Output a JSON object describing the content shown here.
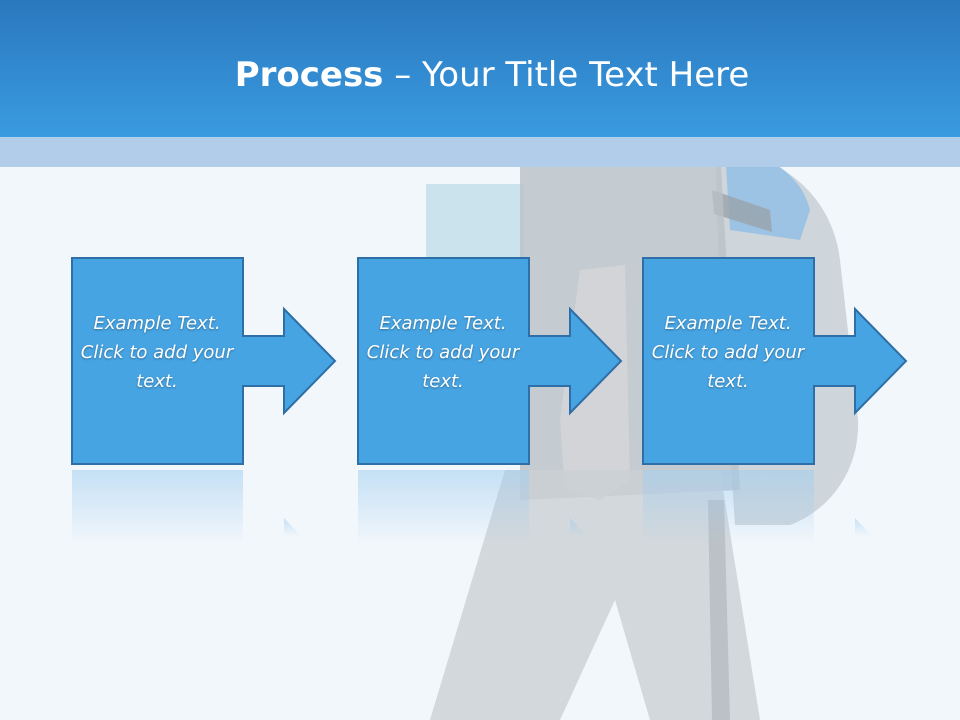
{
  "title": {
    "bold": "Process",
    "rest": " – Your Title Text Here"
  },
  "steps": [
    {
      "text": "Example Text. Click  to add your text."
    },
    {
      "text": "Example Text. Click  to add your text."
    },
    {
      "text": "Example Text. Click  to add your text."
    }
  ],
  "colors": {
    "header_top": "#2a78be",
    "header_bottom": "#3a9be0",
    "band": "#b2cdea",
    "background": "#f2f7fb",
    "step_fill": "#47a4e3",
    "step_stroke": "#2d6fa6"
  }
}
